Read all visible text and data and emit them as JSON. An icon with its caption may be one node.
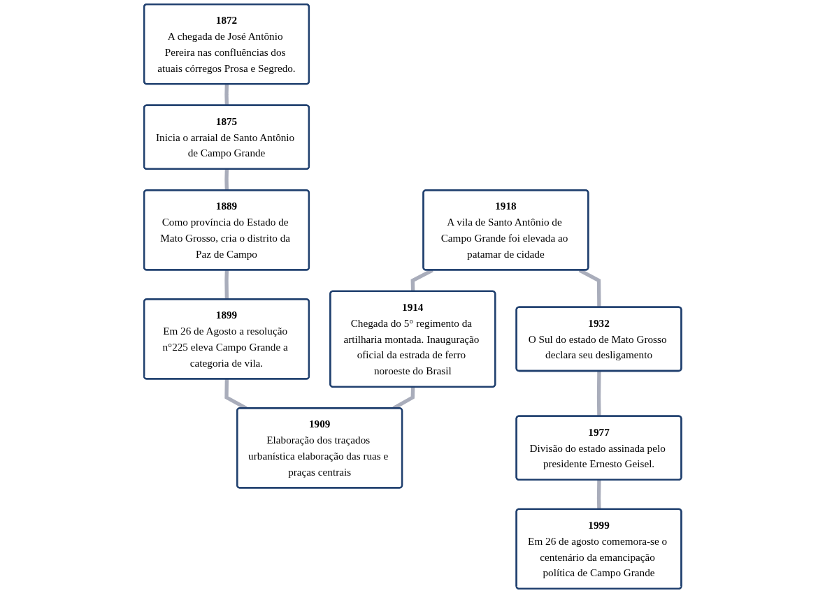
{
  "diagram": {
    "nodes": [
      {
        "text": [
          "1872",
          "A chegada de José Antônio Pereira nas confluências dos atuais córregos Prosa e Segredo."
        ]
      },
      {
        "text": [
          "1875",
          "Inicia o arraial de Santo Antônio de Campo Grande"
        ]
      },
      {
        "text": [
          "1889",
          "Como província do Estado de Mato Grosso, cria o distrito da Paz de Campo"
        ]
      },
      {
        "text": [
          "1899",
          "Em 26 de Agosto a resolução n°225 eleva Campo Grande a categoria de vila."
        ]
      },
      {
        "text": [
          "1909",
          "Elaboração dos traçados urbanística elaboração das ruas e praças centrais"
        ]
      },
      {
        "text": [
          "1914",
          "Chegada do 5° regimento da artilharia montada. Inauguração oficial da estrada de ferro noroeste do Brasil"
        ]
      },
      {
        "text": [
          "1918",
          "A vila de Santo Antônio de Campo Grande foi elevada ao patamar de cidade"
        ]
      },
      {
        "text": [
          "1932",
          "O Sul do estado de Mato Grosso declara seu desligamento"
        ]
      },
      {
        "text": [
          "1977",
          "Divisão do estado assinada pelo presidente Ernesto Geisel."
        ]
      },
      {
        "text": [
          "1999",
          "Em 26 de agosto comemora-se o centenário da emancipação política de Campo Grande"
        ]
      }
    ],
    "edges": [
      {
        "from": 0,
        "to": 1,
        "arrow": "none"
      },
      {
        "from": 1,
        "to": 2,
        "arrow": "none"
      },
      {
        "from": 2,
        "to": 3,
        "arrow": "none"
      },
      {
        "from": 3,
        "to": 4,
        "arrow": "none"
      },
      {
        "from": 4,
        "to": 5,
        "arrow": "none"
      },
      {
        "from": 5,
        "to": 6,
        "arrow": "none"
      },
      {
        "from": 6,
        "to": 7,
        "arrow": "none"
      },
      {
        "from": 7,
        "to": 8,
        "arrow": "none"
      },
      {
        "from": 8,
        "to": 9,
        "arrow": "none"
      }
    ]
  }
}
